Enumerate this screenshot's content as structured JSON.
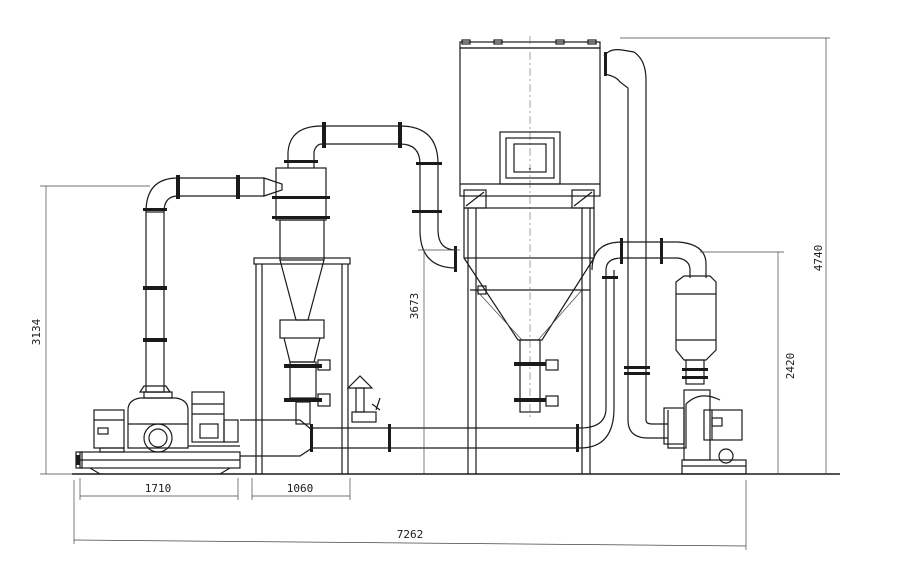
{
  "dimensions": {
    "width_1710": "1710",
    "width_1060": "1060",
    "overall_length": "7262",
    "height_3134": "3134",
    "height_3673": "3673",
    "height_2420": "2420",
    "height_4740": "4740"
  },
  "colors": {
    "line": "#1a1a1a",
    "background": "#ffffff"
  }
}
